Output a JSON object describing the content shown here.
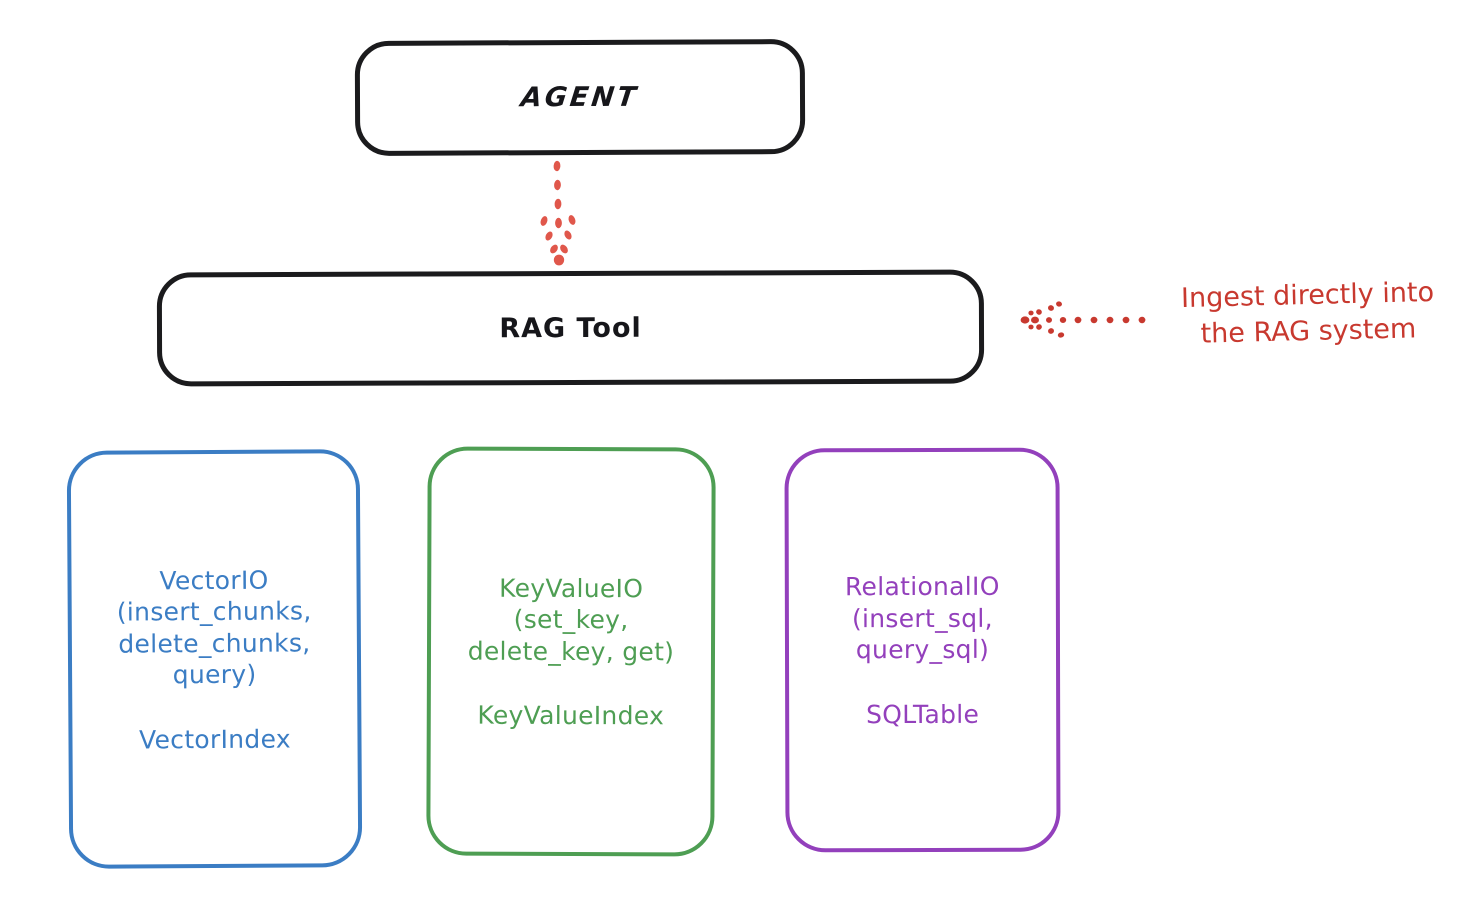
{
  "diagram": {
    "title_node": {
      "label": "AGENT",
      "color": "#1b1b1d"
    },
    "tool_node": {
      "label": "RAG Tool",
      "color": "#1b1b1d"
    },
    "annotation": {
      "text": "Ingest directly into\nthe RAG system",
      "color": "#C8392F",
      "arrow_direction": "left",
      "arrow_style": "dotted"
    },
    "flow_arrow": {
      "from": "AGENT",
      "to": "RAG Tool",
      "direction": "down",
      "style": "dotted",
      "color": "#E0574B"
    },
    "api_nodes": [
      {
        "id": "vector-io",
        "interface": "VectorIO\n(insert_chunks,\ndelete_chunks,\nquery)",
        "index": "VectorIndex",
        "color": "#3B7DC4"
      },
      {
        "id": "keyvalue-io",
        "interface": "KeyValueIO\n(set_key,\ndelete_key, get)",
        "index": "KeyValueIndex",
        "color": "#4E9E53"
      },
      {
        "id": "relational-io",
        "interface": "RelationalIO\n(insert_sql,\nquery_sql)",
        "index": "SQLTable",
        "color": "#9340BC"
      }
    ]
  }
}
